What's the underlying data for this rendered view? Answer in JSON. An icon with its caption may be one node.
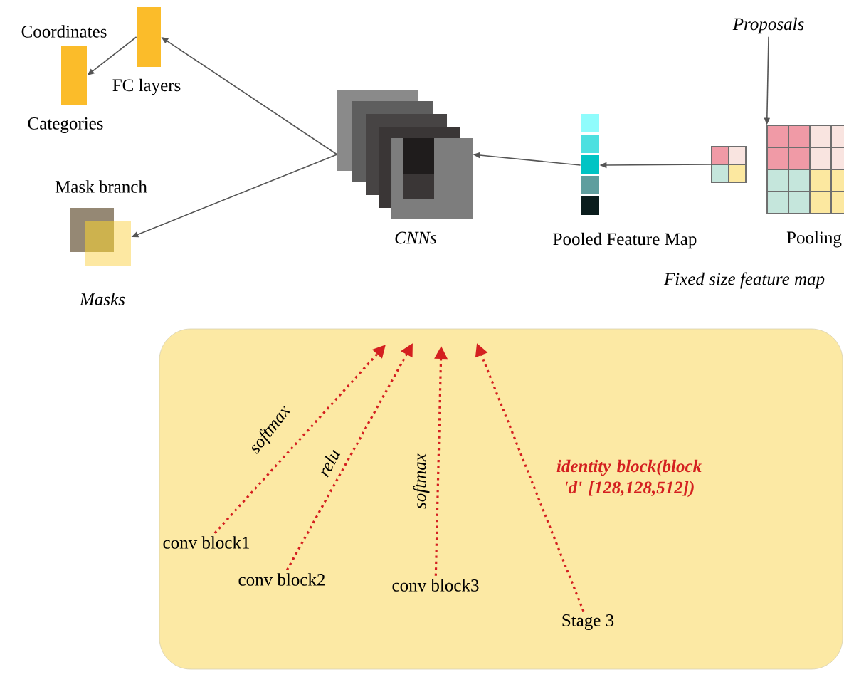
{
  "diagram": {
    "nodes": [
      {
        "text": [],
        "shape": "bar"
      },
      {
        "text": [],
        "shape": "bar"
      },
      {
        "text": [
          "Mask branch"
        ],
        "beside": [
          "Masks"
        ]
      },
      {
        "text": [
          "CNNs"
        ]
      },
      {
        "text": [
          "Pooled Feature Map"
        ]
      },
      {
        "text": [],
        "shape": "box"
      },
      {
        "text": [
          "Pooling"
        ],
        "beside": [
          "Fixed size feature map"
        ]
      },
      {
        "text": [
          "Proposals"
        ]
      },
      {
        "text": [],
        "shape": "box"
      },
      {
        "text": [
          "conv block1"
        ],
        "in": 8
      },
      {
        "text": [
          "conv block2"
        ],
        "in": 8
      },
      {
        "text": [
          "conv block3"
        ],
        "in": 8
      },
      {
        "text": [
          "Stage 3"
        ],
        "in": 8
      }
    ],
    "edges": [
      {
        "from": 0,
        "to": 1,
        "arrow": "to"
      },
      {
        "from": 3,
        "to": 0,
        "arrow": "to"
      },
      {
        "from": 3,
        "to": 2,
        "arrow": "to"
      },
      {
        "from": 4,
        "to": 3,
        "arrow": "to"
      },
      {
        "from": 5,
        "to": 4,
        "arrow": "to"
      },
      {
        "from": 7,
        "to": 6,
        "arrow": "to"
      },
      {
        "from": 9,
        "to": null,
        "arrow": "to",
        "label": "softmax",
        "style": "dashed",
        "color": "#d42020"
      },
      {
        "from": 10,
        "to": null,
        "arrow": "to",
        "label": "relu",
        "style": "dashed",
        "color": "#d42020"
      },
      {
        "from": 11,
        "to": null,
        "arrow": "to",
        "label": "softmax",
        "style": "dashed",
        "color": "#d42020"
      },
      {
        "from": 12,
        "to": null,
        "arrow": "to",
        "style": "dashed",
        "color": "#d42020"
      }
    ],
    "labels": [
      "Coordinates",
      "FC layers",
      "Categories",
      "identity block(block 'd' [128,128,512])"
    ]
  }
}
